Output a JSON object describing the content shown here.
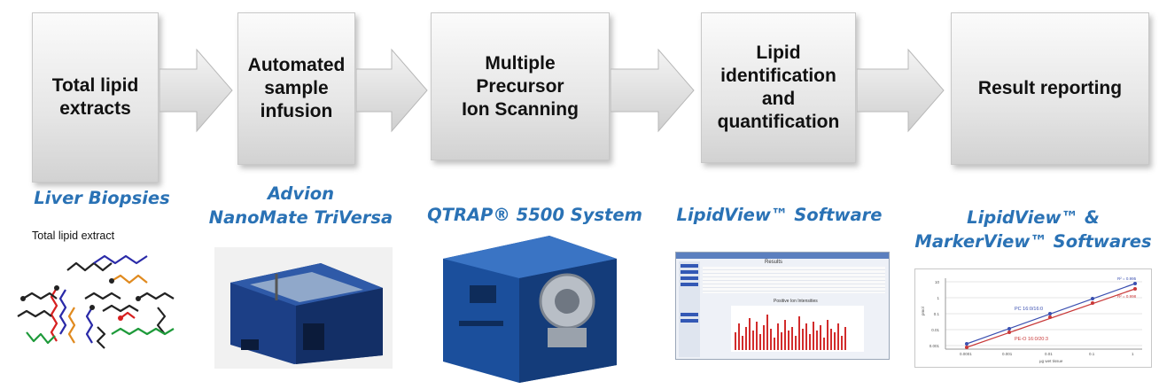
{
  "steps": [
    {
      "label": "Total lipid\nextracts"
    },
    {
      "label": "Automated\nsample\ninfusion"
    },
    {
      "label": "Multiple\nPrecursor\nIon Scanning"
    },
    {
      "label": "Lipid\nidentification\nand\nquantification"
    },
    {
      "label": "Result reporting"
    }
  ],
  "captions": [
    {
      "text": "Liver Biopsies"
    },
    {
      "text": "Advion\nNanoMate TriVersa"
    },
    {
      "text": "QTRAP® 5500 System"
    },
    {
      "text": "LipidView™ Software"
    },
    {
      "text": "LipidView™ &\nMarkerView™ Softwares"
    }
  ],
  "images": {
    "lipid_extract_title": "Total lipid extract",
    "software_window_title": "Results",
    "software_chart_title": "Positive Ion Intensities",
    "plot": {
      "series": [
        {
          "name": "PC 16:0/16:0",
          "r2": "R² = 0.995"
        },
        {
          "name": "PE-O 16:0/20:3",
          "r2": "R² = 0.998"
        }
      ],
      "x_ticks": [
        "0.0001",
        "0.001",
        "0.01",
        "0.1",
        "1"
      ],
      "y_ticks": [
        "10",
        "1",
        "0.1",
        "0.01",
        "0.001"
      ],
      "xlabel": "µg wet tissue",
      "ylabel": "pmol"
    }
  },
  "colors": {
    "caption": "#2a72b5",
    "box": "#e6e6e6",
    "arrow": "#dcdcdc"
  }
}
